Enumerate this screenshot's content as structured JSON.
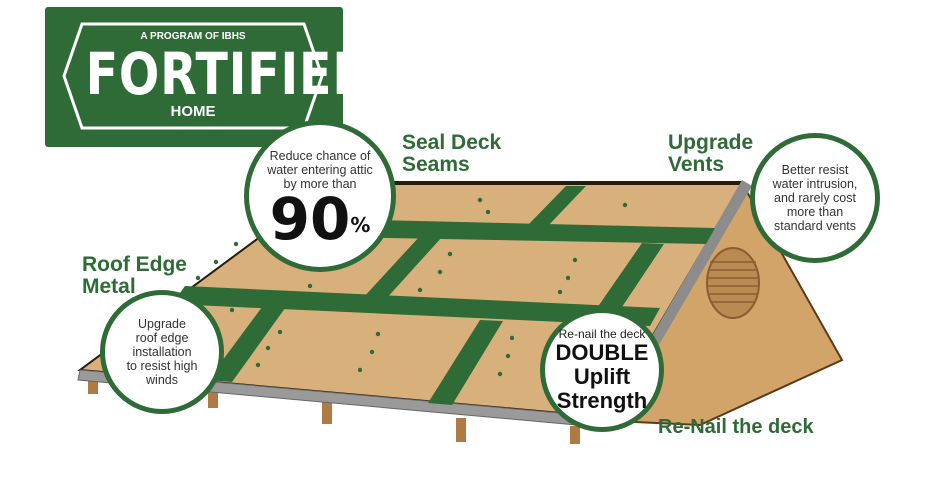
{
  "logo": {
    "program": "A PROGRAM OF IBHS",
    "title": "FORTIFIED",
    "subtitle": "HOME",
    "color": "#2e6b36"
  },
  "headings": {
    "seal_deck": [
      "Seal Deck",
      "Seams"
    ],
    "upgrade_vents": [
      "Upgrade",
      "Vents"
    ],
    "roof_edge": [
      "Roof Edge",
      "Metal"
    ],
    "renail": "Re-Nail the deck"
  },
  "circles": {
    "seal": {
      "lines": [
        "Reduce chance of",
        "water entering attic",
        "by more than"
      ],
      "number": "90",
      "unit": "%"
    },
    "vents": {
      "lines": [
        "Better resist",
        "water intrusion,",
        "and rarely cost",
        "more than",
        "standard vents"
      ]
    },
    "edge": {
      "lines": [
        "Upgrade",
        "roof edge",
        "installation",
        "to resist high",
        "winds"
      ]
    },
    "renail": {
      "small": "Re-nail the deck",
      "big": [
        "DOUBLE",
        "Uplift",
        "Strength"
      ]
    }
  },
  "colors": {
    "green": "#2e6b36",
    "deck": "#d8b07c",
    "gable": "#d2a46a",
    "edge_metal": "#9a9a9a"
  }
}
